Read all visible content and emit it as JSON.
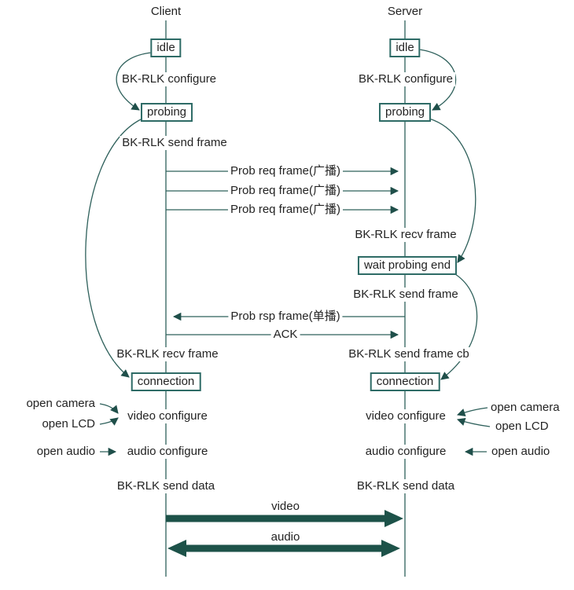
{
  "colors": {
    "line": "#2e605b",
    "arrow_fill": "#1f4f4a",
    "thick_arrow": "#1d5249",
    "box_border": "#2e6b66",
    "text": "#232323",
    "background": "#ffffff"
  },
  "client": {
    "title": "Client",
    "idle": "idle",
    "probing": "probing",
    "connection": "connection",
    "configure": "BK-RLK configure",
    "send_frame": "BK-RLK send frame",
    "recv_frame": "BK-RLK recv frame",
    "video_configure": "video configure",
    "audio_configure": "audio configure",
    "send_data": "BK-RLK send data",
    "open_camera": "open camera",
    "open_lcd": "open LCD",
    "open_audio": "open audio"
  },
  "server": {
    "title": "Server",
    "idle": "idle",
    "probing": "probing",
    "wait_probing_end": "wait probing end",
    "connection": "connection",
    "configure": "BK-RLK configure",
    "recv_frame": "BK-RLK recv frame",
    "send_frame": "BK-RLK send frame",
    "send_frame_cb": "BK-RLK send frame cb",
    "video_configure": "video configure",
    "audio_configure": "audio configure",
    "send_data": "BK-RLK send data",
    "open_camera": "open camera",
    "open_lcd": "open LCD",
    "open_audio": "open audio"
  },
  "messages": {
    "prob_req": "Prob req frame(广播)",
    "prob_rsp": "Prob rsp frame(单播)",
    "ack": "ACK",
    "video": "video",
    "audio": "audio"
  }
}
